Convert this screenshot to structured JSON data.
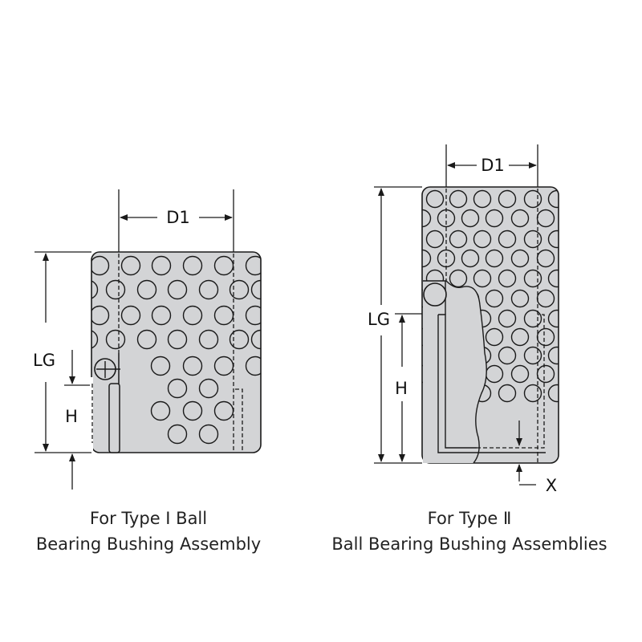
{
  "type1": {
    "labels": {
      "d1": "D1",
      "lg": "LG",
      "h": "H"
    },
    "caption_line1": "For Type I Ball",
    "caption_line2": "Bearing Bushing Assembly"
  },
  "type2": {
    "labels": {
      "d1": "D1",
      "lg": "LG",
      "h": "H",
      "x": "X"
    },
    "caption_line1": "For Type Ⅱ",
    "caption_line2": "Ball Bearing Bushing Assemblies"
  },
  "colors": {
    "body": "#d3d4d6",
    "line": "#1a1a1a"
  }
}
